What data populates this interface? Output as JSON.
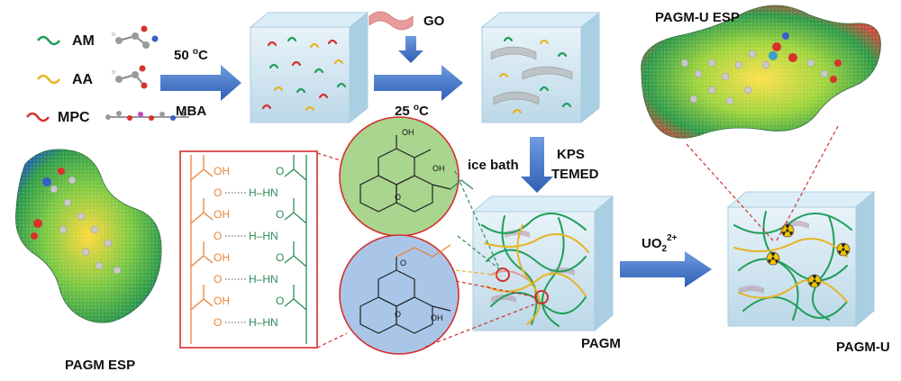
{
  "legend": {
    "items": [
      {
        "label": "AM",
        "color": "#1f9e5a"
      },
      {
        "label": "AA",
        "color": "#e6b422"
      },
      {
        "label": "MPC",
        "color": "#d32f2f"
      }
    ]
  },
  "steps": {
    "step1_temp": "50 ",
    "step1_temp_unit": "o",
    "step1_temp_c": "C",
    "step1_agent": "MBA",
    "go_label": "GO",
    "step2_temp": "25 ",
    "step2_temp_unit": "o",
    "step2_temp_c": "C",
    "ice_bath": "ice bath",
    "kps": "KPS",
    "temed": "TEMED",
    "uranyl": "UO",
    "uranyl_sub": "2",
    "uranyl_sup": "2+"
  },
  "products": {
    "pagm": "PAGM",
    "pagm_u": "PAGM-U",
    "pagm_esp": "PAGM  ESP",
    "pagm_u_esp": "PAGM-U  ESP"
  },
  "chem": {
    "oh": "OH",
    "o": "O",
    "h_hn": "H–HN"
  },
  "colors": {
    "am": "#1f9e5a",
    "aa": "#e6b422",
    "mpc": "#d32f2f",
    "arrow": "#3d6fc4",
    "orange": "#e8853a",
    "green_chem": "#2e8b57"
  }
}
